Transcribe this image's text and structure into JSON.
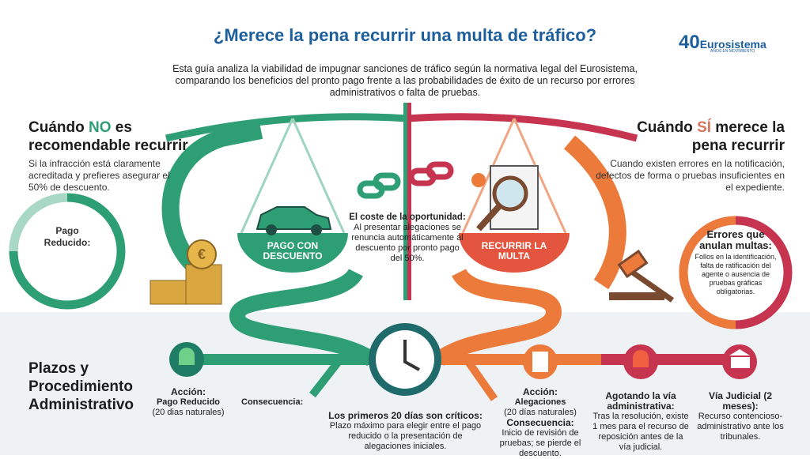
{
  "header": {
    "title": "¿Merece la pena recurrir una multa de tráfico?",
    "subtitle": "Esta guía analiza la viabilidad de impugnar sanciones de tráfico según la normativa legal del Eurosistema, comparando los beneficios del pronto pago frente a las probabilidades de éxito de un recurso por errores administrativos o falta de pruebas.",
    "logo": {
      "number": "40",
      "brand": "Eurosistema",
      "tagline": "AÑOS EN MOVIMIENTO"
    }
  },
  "left": {
    "heading_pre": "Cuándo ",
    "heading_em": "NO",
    "heading_post": " es recomendable recurrir",
    "body": "Si la infracción está claramente acreditada y prefieres asegurar el 50% de descuento.",
    "donut_label": "Pago Reducido:"
  },
  "right": {
    "heading_pre": "Cuándo ",
    "heading_em": "SÍ",
    "heading_post": " merece la pena recurrir",
    "body": "Cuando existen errores en la notificación, defectos de forma o pruebas insuficientes en el expediente.",
    "donut_title": "Errores que anulan multas:",
    "donut_body": "Follos en la identificación, falta de ratificación del agente o ausencia de pruebas gráficas obligatorias."
  },
  "scale": {
    "left_pan": "PAGO CON DESCUENTO",
    "right_pan": "RECURRIR LA MULTA",
    "center_title": "El coste de la oportunidad:",
    "center_body": "Al presentar alegaciones se renuncia automáticamente al descuento por pronto pago del 50%."
  },
  "timeline": {
    "heading": "Plazos y Procedimiento Administrativo",
    "step1": {
      "title": "Acción:",
      "sub": "Pago Reducido",
      "note": "(20 dias naturales)"
    },
    "consequence": "Consecuencia:",
    "clock": {
      "title": "Los primeros 20 días son críticos:",
      "body": "Plazo máximo para elegir entre el pago reducido o la presentación de alegaciones iniciales."
    },
    "step2": {
      "title": "Acción:",
      "sub": "Alegaciones",
      "note": "(20 días naturales)",
      "cons_title": "Consecuencia:",
      "cons_body": "Inicio de revisión de pruebas; se pierde el descuento."
    },
    "step3": {
      "title": "Agotando la vía administrativa:",
      "body": "Tras la resolución, existe 1 mes para el recurso de reposición antes de la vía judicial."
    },
    "step4": {
      "title": "Vía Judicial (2 meses):",
      "body": "Recurso contencioso-administrativo ante los tribunales."
    }
  },
  "colors": {
    "green": "#2e9e74",
    "dark_green": "#1f7d66",
    "orange": "#ec7a3a",
    "red": "#c6344f",
    "title_blue": "#1d5e9c",
    "band": "#eef2f4"
  }
}
